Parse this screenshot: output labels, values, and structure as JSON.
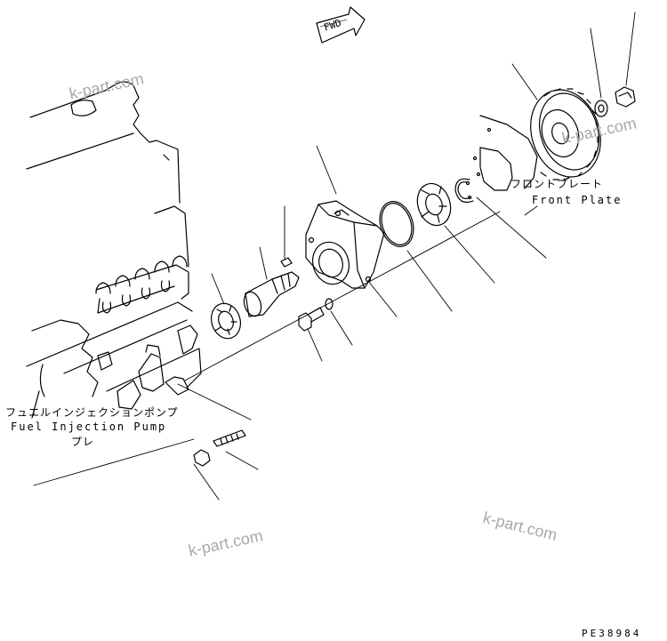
{
  "labels": {
    "front_plate_jp": "フロントプレート",
    "front_plate_en": "Front Plate",
    "fuel_pump_jp": "フュエルインジェクションポンプ",
    "fuel_pump_en": "Fuel Injection Pump",
    "fuel_pump_sub": "プレ",
    "fwd": "FWD",
    "drawing_code": "PE38984"
  },
  "watermarks": [
    "k-part.com",
    "k-part.com",
    "k-part.com",
    "k-part.com"
  ],
  "colors": {
    "line": "#000000",
    "watermark": "#a8a8a8",
    "background": "#ffffff"
  }
}
